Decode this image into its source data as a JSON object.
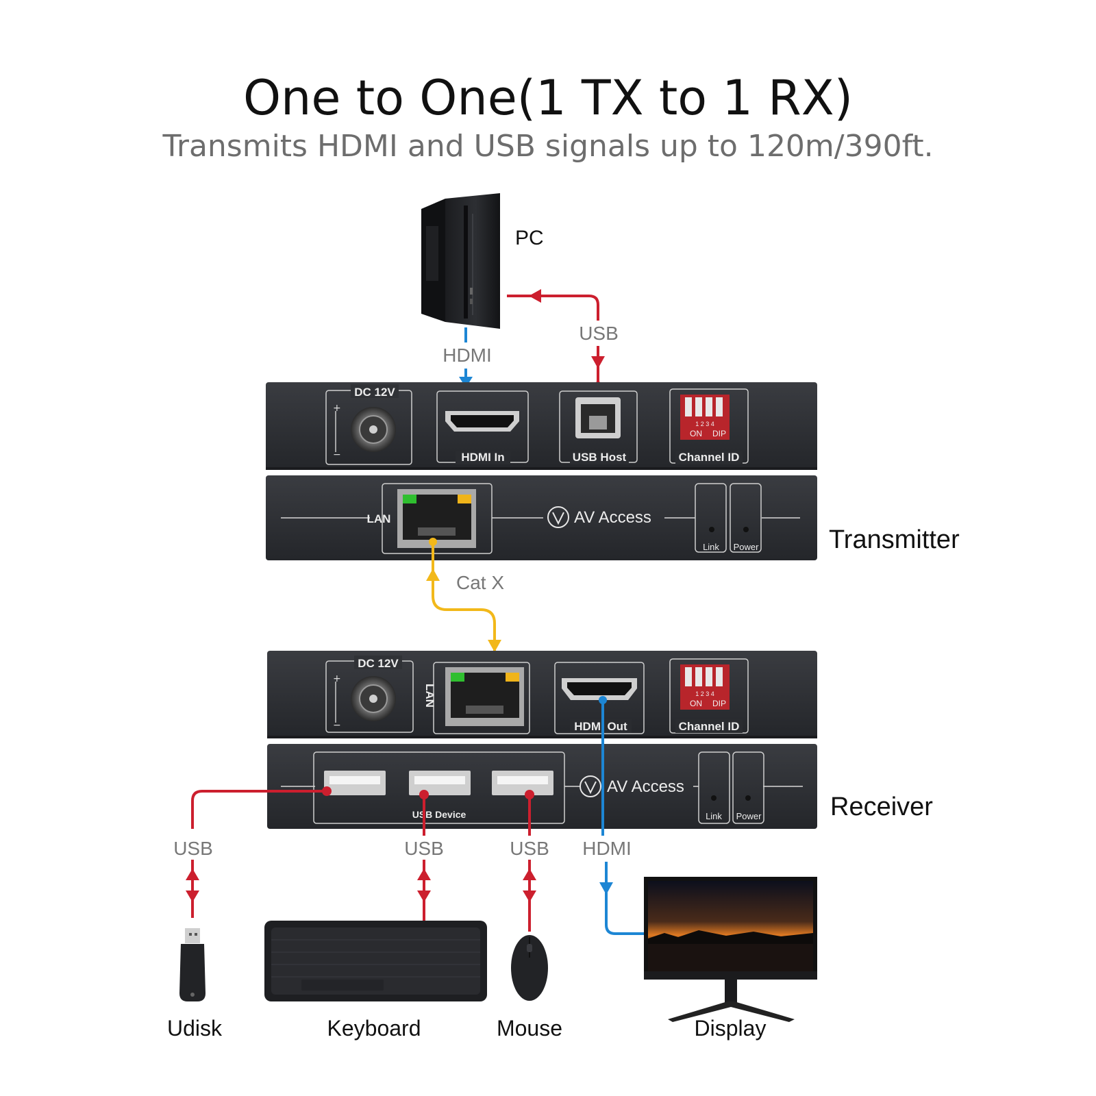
{
  "header": {
    "title": "One to One(1 TX to 1 RX)",
    "subtitle": "Transmits HDMI and USB signals up to 120m/390ft."
  },
  "colors": {
    "usb": "#cc1f2e",
    "hdmi": "#1d86d4",
    "catx": "#f2b81a",
    "panel": "#2e3034",
    "label_gray": "#777777"
  },
  "devices": {
    "pc": "PC",
    "transmitter": "Transmitter",
    "receiver": "Receiver",
    "udisk": "Udisk",
    "keyboard": "Keyboard",
    "mouse": "Mouse",
    "display": "Display"
  },
  "cables": {
    "pc_hdmi": "HDMI",
    "pc_usb": "USB",
    "catx": "Cat X",
    "udisk_usb": "USB",
    "keyboard_usb": "USB",
    "mouse_usb": "USB",
    "display_hdmi": "HDMI"
  },
  "tx_ports": {
    "dc": "DC 12V",
    "hdmi_in": "HDMI In",
    "usb_host": "USB Host",
    "channel_id": "Channel ID",
    "dip_numbers": "1  2  3  4",
    "dip_on": "ON",
    "dip_label": "DIP",
    "lan": "LAN",
    "brand": "AV Access",
    "link": "Link",
    "power": "Power"
  },
  "rx_ports": {
    "dc": "DC 12V",
    "lan": "LAN",
    "hdmi_out": "HDMI Out",
    "channel_id": "Channel ID",
    "dip_numbers": "1  2  3  4",
    "dip_on": "ON",
    "dip_label": "DIP",
    "usb_device": "USB Device",
    "brand": "AV Access",
    "link": "Link",
    "power": "Power"
  }
}
